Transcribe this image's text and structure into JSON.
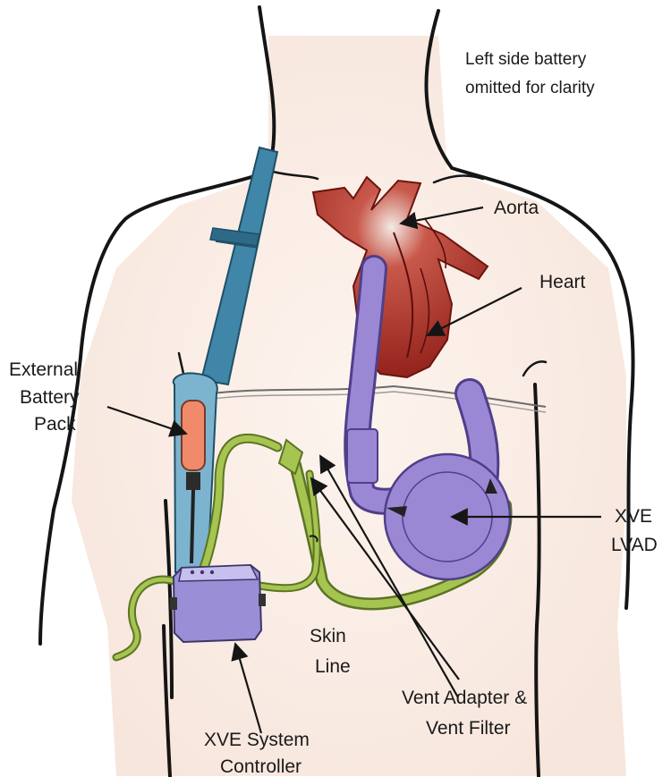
{
  "note": {
    "line1": "Left side battery",
    "line2": "omitted for clarity"
  },
  "labels": {
    "aorta": "Aorta",
    "heart": "Heart",
    "battery": [
      "External",
      "Battery",
      "Pack"
    ],
    "lvad": [
      "XVE",
      "LVAD"
    ],
    "skin_line": [
      "Skin",
      "Line"
    ],
    "vent": [
      "Vent Adapter &",
      "Vent Filter"
    ],
    "controller": [
      "XVE System",
      "Controller"
    ]
  },
  "colors": {
    "strap": "#3f86a8",
    "battery": "#f08a6a",
    "heart": "#b6261d",
    "lvad": "#9b88d4",
    "cable": "#8fae3b",
    "controller": "#9a8fd6",
    "skin": "#fbeee6"
  }
}
